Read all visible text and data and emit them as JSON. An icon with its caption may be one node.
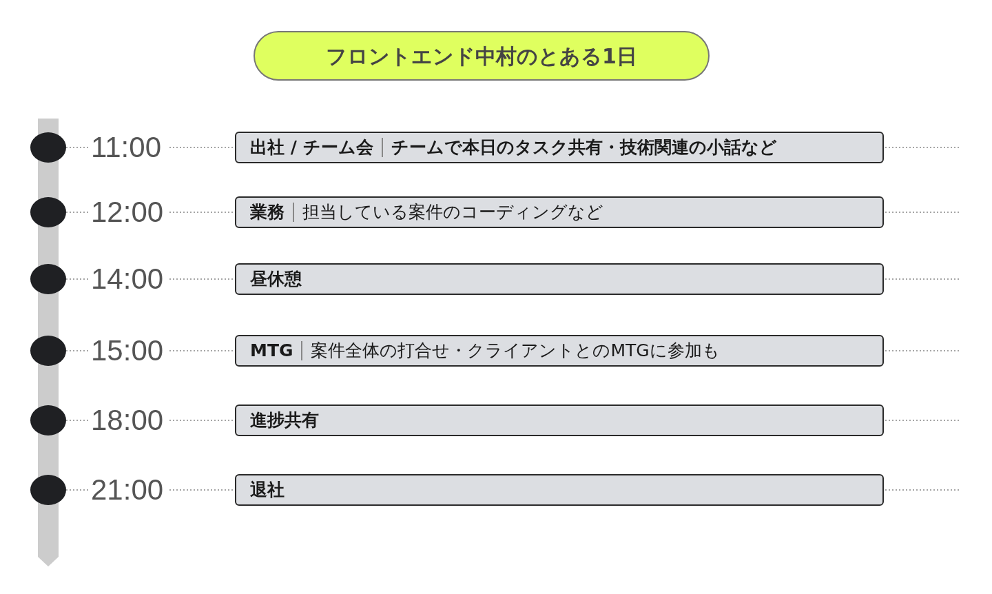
{
  "diagram": {
    "title": "フロントエンド中村のとある1日",
    "nodes": [
      {
        "text": [
          "出社 / チーム会",
          "**チームで本日のタスク共有・技術関連の小話など**"
        ],
        "beside": [
          "11:00"
        ]
      },
      {
        "text": [
          "業務",
          "担当している案件のコーディングなど"
        ],
        "beside": [
          "12:00"
        ]
      },
      {
        "text": [
          "昼休憩"
        ],
        "beside": [
          "14:00"
        ]
      },
      {
        "text": [
          "MTG",
          "案件全体の打合せ・クライアントとのMTGに参加も"
        ],
        "beside": [
          "15:00"
        ]
      },
      {
        "text": [
          "進捗共有"
        ],
        "beside": [
          "18:00"
        ]
      },
      {
        "text": [
          "退社"
        ],
        "beside": [
          "21:00"
        ]
      }
    ]
  }
}
